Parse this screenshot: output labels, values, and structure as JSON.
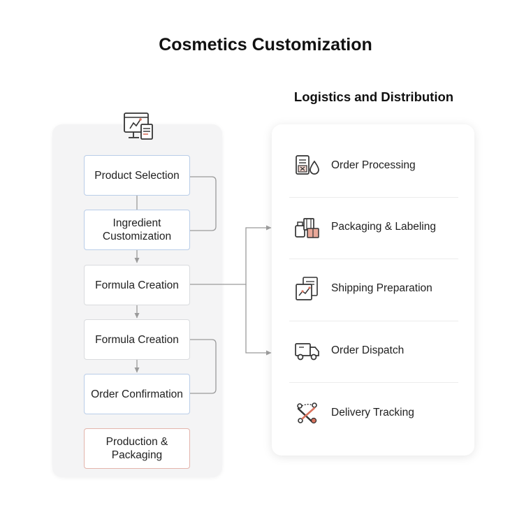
{
  "title": "Cosmetics Customization",
  "logistics": {
    "heading": "Logistics and Distribution",
    "items": [
      {
        "label": "Order Processing",
        "icon": "order-processing-icon"
      },
      {
        "label": "Packaging & Labeling",
        "icon": "packaging-labeling-icon"
      },
      {
        "label": "Shipping Preparation",
        "icon": "shipping-preparation-icon"
      },
      {
        "label": "Order Dispatch",
        "icon": "delivery-truck-icon"
      },
      {
        "label": "Delivery Tracking",
        "icon": "delivery-tracking-icon"
      }
    ]
  },
  "customization": {
    "icon": "monitor-document-icon",
    "steps": [
      {
        "label": "Product Selection"
      },
      {
        "label": "Ingredient Customization"
      },
      {
        "label": "Formula Creation"
      },
      {
        "label": "Formula Creation"
      },
      {
        "label": "Order Confirmation"
      },
      {
        "label": "Production & Packaging"
      }
    ]
  },
  "colors": {
    "step_border": "#d9dbde",
    "step_border_accent": "#b9cde8",
    "final_border": "#e3b4ab",
    "connector": "#9a9a9a",
    "icon_accent": "#d9735e"
  }
}
